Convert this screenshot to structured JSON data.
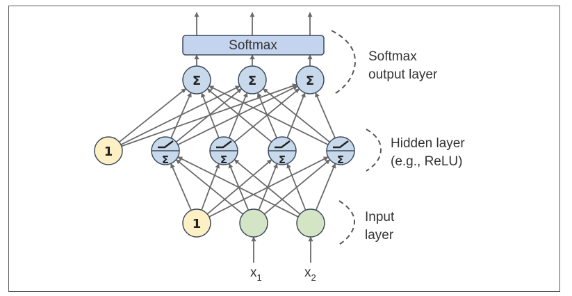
{
  "softmax_box": {
    "label": "Softmax"
  },
  "output_nodes": {
    "symbol": "Σ",
    "count": 3
  },
  "hidden_nodes": {
    "symbol": "Σ",
    "count": 4
  },
  "bias_nodes": {
    "label": "1"
  },
  "inputs": {
    "x1": {
      "base": "x",
      "sub": "1"
    },
    "x2": {
      "base": "x",
      "sub": "2"
    }
  },
  "layer_labels": {
    "output": [
      "Softmax",
      "output layer"
    ],
    "hidden": [
      "Hidden layer",
      "(e.g., ReLU)"
    ],
    "input": [
      "Input",
      "layer"
    ]
  },
  "colors": {
    "neuron_fill": "#c9d9ec",
    "neuron_stroke": "#3d4a5c",
    "bias_fill": "#fdf0c4",
    "input_fill": "#d4e5c5",
    "softmax_fill": "#c4d4ee",
    "arrow": "#6a6a6a"
  }
}
